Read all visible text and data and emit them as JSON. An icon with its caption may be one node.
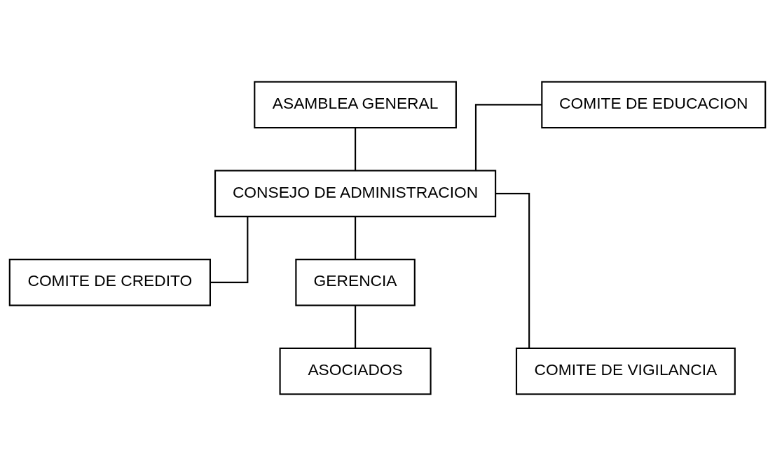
{
  "diagram": {
    "nodes": [
      {
        "text": [
          "ASAMBLEA GENERAL"
        ]
      },
      {
        "text": [
          "CONSEJO DE ADMINISTRACION"
        ]
      },
      {
        "text": [
          "COMITE DE EDUCACION"
        ]
      },
      {
        "text": [
          "COMITE DE CREDITO"
        ]
      },
      {
        "text": [
          "GERENCIA"
        ]
      },
      {
        "text": [
          "COMITE DE VIGILANCIA"
        ]
      },
      {
        "text": [
          "ASOCIADOS"
        ]
      }
    ],
    "edges": [
      {
        "from": 0,
        "to": 1,
        "arrow": "none"
      },
      {
        "from": 1,
        "to": 4,
        "arrow": "none"
      },
      {
        "from": 4,
        "to": 6,
        "arrow": "none"
      },
      {
        "from": 1,
        "to": 2,
        "arrow": "none"
      },
      {
        "from": 1,
        "to": 3,
        "arrow": "none"
      },
      {
        "from": 1,
        "to": 5,
        "arrow": "none"
      }
    ]
  }
}
